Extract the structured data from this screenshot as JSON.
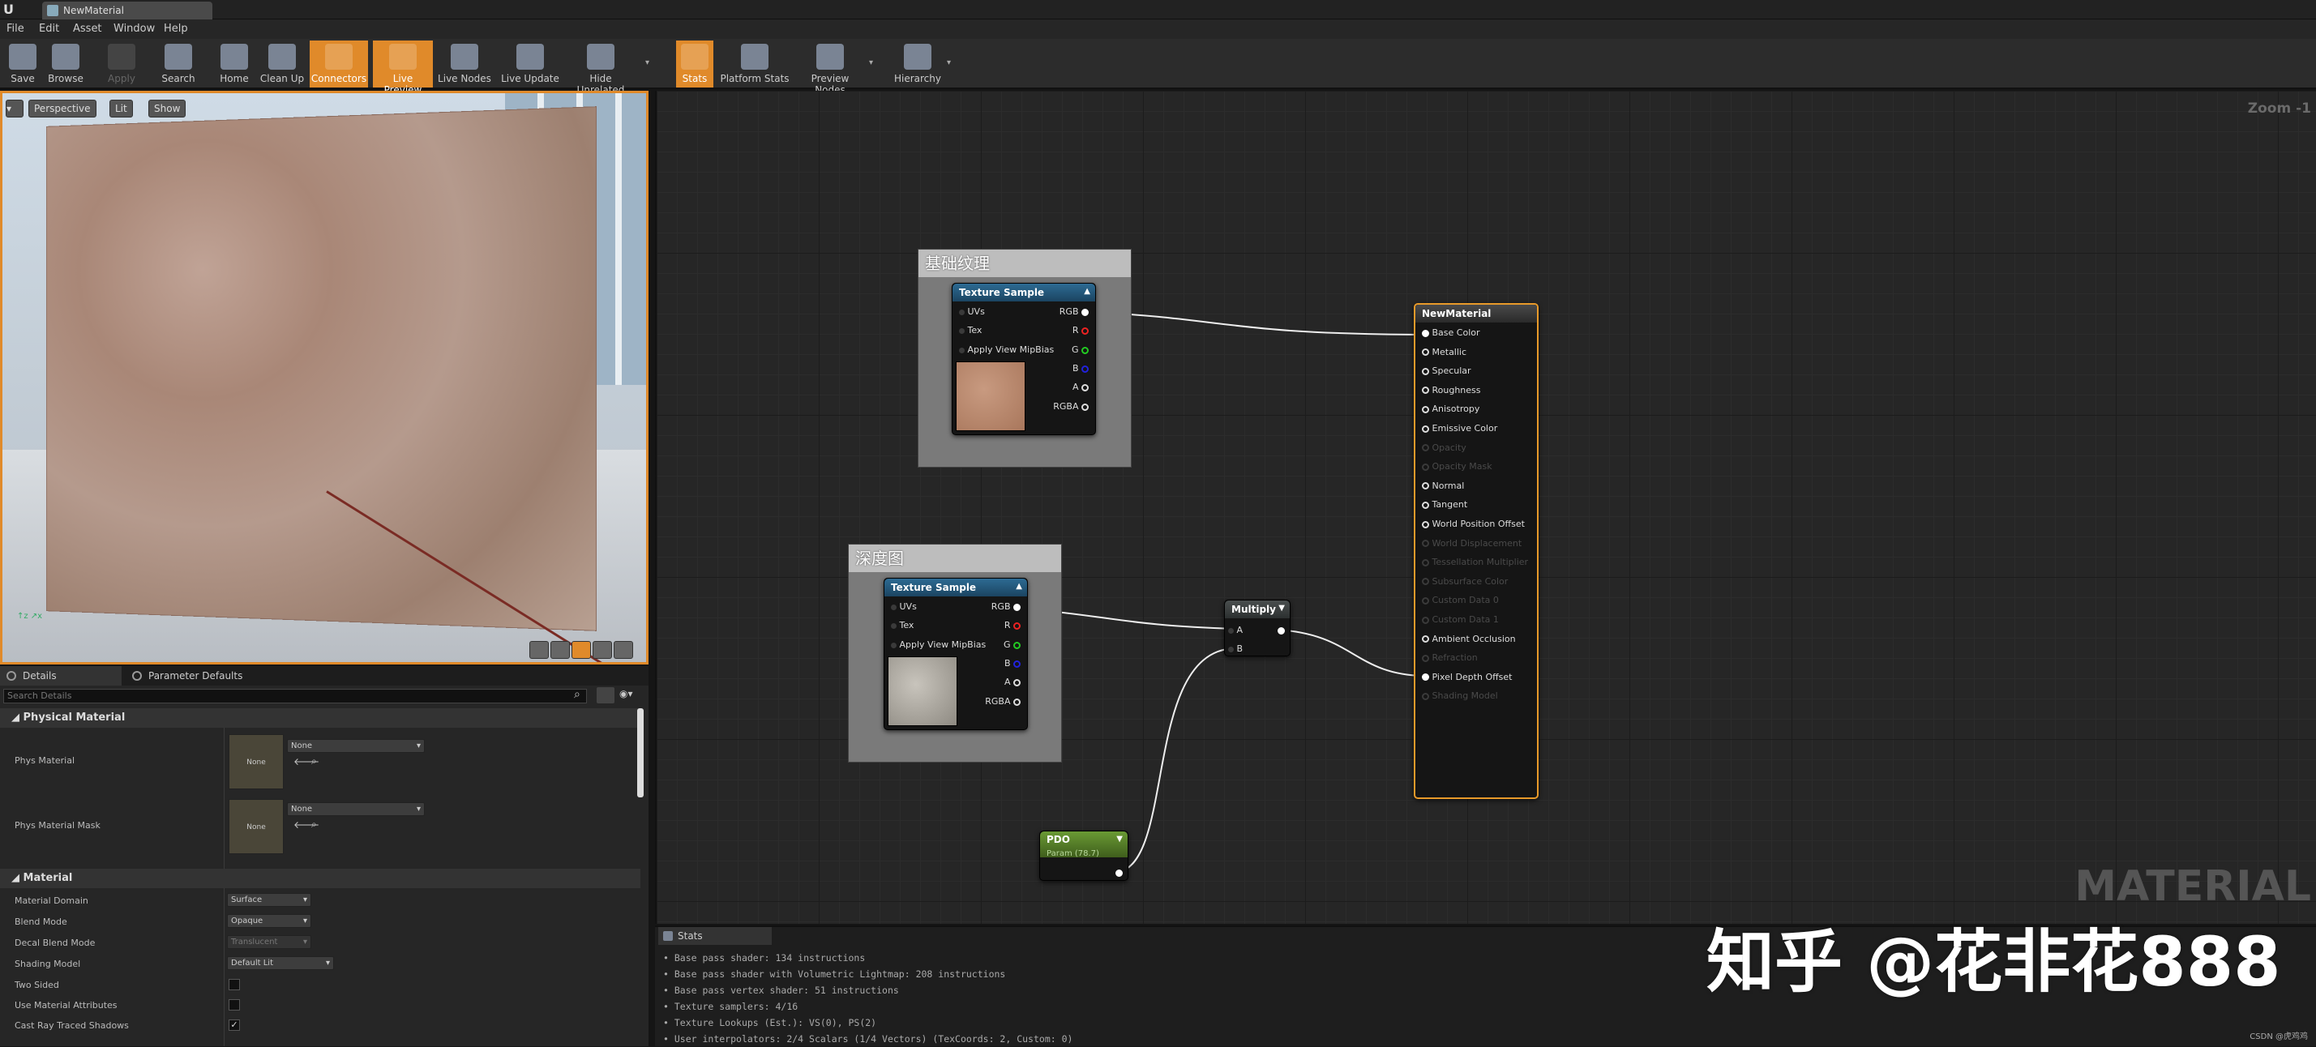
{
  "window": {
    "doc_tab": "NewMaterial"
  },
  "menu": [
    "File",
    "Edit",
    "Asset",
    "Window",
    "Help"
  ],
  "toolbar": [
    {
      "label": "Save",
      "icon": "save-icon",
      "state": "normal"
    },
    {
      "label": "Browse",
      "icon": "browse-icon",
      "state": "normal"
    },
    {
      "label": "Apply",
      "icon": "apply-icon",
      "state": "disabled"
    },
    {
      "label": "Search",
      "icon": "search-icon",
      "state": "normal"
    },
    {
      "label": "Home",
      "icon": "home-icon",
      "state": "normal"
    },
    {
      "label": "Clean Up",
      "icon": "cleanup-icon",
      "state": "normal"
    },
    {
      "label": "Connectors",
      "icon": "connectors-icon",
      "state": "active"
    },
    {
      "label": "Live Preview",
      "icon": "live-preview-icon",
      "state": "active"
    },
    {
      "label": "Live Nodes",
      "icon": "live-nodes-icon",
      "state": "normal"
    },
    {
      "label": "Live Update",
      "icon": "live-update-icon",
      "state": "normal"
    },
    {
      "label": "Hide Unrelated",
      "icon": "hide-unrelated-icon",
      "state": "normal"
    },
    {
      "label": "Stats",
      "icon": "stats-icon",
      "state": "active"
    },
    {
      "label": "Platform Stats",
      "icon": "platform-stats-icon",
      "state": "normal"
    },
    {
      "label": "Preview Nodes",
      "icon": "preview-nodes-icon",
      "state": "normal"
    },
    {
      "label": "Hierarchy",
      "icon": "hierarchy-icon",
      "state": "normal"
    }
  ],
  "viewport": {
    "perspective": "Perspective",
    "lit": "Lit",
    "show": "Show"
  },
  "details": {
    "tabs": [
      "Details",
      "Parameter Defaults"
    ],
    "search_placeholder": "Search Details",
    "sections": {
      "physical": {
        "title": "Physical Material",
        "phys_material": {
          "label": "Phys Material",
          "thumb": "None",
          "value": "None"
        },
        "phys_material_mask": {
          "label": "Phys Material Mask",
          "thumb": "None",
          "value": "None"
        }
      },
      "material": {
        "title": "Material",
        "material_domain": {
          "label": "Material Domain",
          "value": "Surface"
        },
        "blend_mode": {
          "label": "Blend Mode",
          "value": "Opaque"
        },
        "decal_blend_mode": {
          "label": "Decal Blend Mode",
          "value": "Translucent"
        },
        "shading_model": {
          "label": "Shading Model",
          "value": "Default Lit"
        },
        "two_sided": {
          "label": "Two Sided",
          "checked": false
        },
        "use_material_attributes": {
          "label": "Use Material Attributes",
          "checked": false
        },
        "cast_ray_traced_shadows": {
          "label": "Cast Ray Traced Shadows",
          "checked": true
        }
      }
    }
  },
  "graph": {
    "zoom": "Zoom -1",
    "watermark": "MATERIAL",
    "comment1": "基础纹理",
    "comment2": "深度图",
    "tex1": {
      "title": "Texture Sample",
      "inputs": [
        "UVs",
        "Tex",
        "Apply View MipBias"
      ],
      "outputs": [
        "RGB",
        "R",
        "G",
        "B",
        "A",
        "RGBA"
      ]
    },
    "tex2": {
      "title": "Texture Sample",
      "inputs": [
        "UVs",
        "Tex",
        "Apply View MipBias"
      ],
      "outputs": [
        "RGB",
        "R",
        "G",
        "B",
        "A",
        "RGBA"
      ]
    },
    "multiply": {
      "title": "Multiply",
      "inputs": [
        "A",
        "B"
      ]
    },
    "pdo": {
      "title": "PDO",
      "subtitle": "Param (78.7)"
    },
    "result": {
      "title": "NewMaterial",
      "pins": [
        {
          "label": "Base Color",
          "active": true
        },
        {
          "label": "Metallic",
          "active": true
        },
        {
          "label": "Specular",
          "active": true
        },
        {
          "label": "Roughness",
          "active": true
        },
        {
          "label": "Anisotropy",
          "active": true
        },
        {
          "label": "Emissive Color",
          "active": true
        },
        {
          "label": "Opacity",
          "active": false
        },
        {
          "label": "Opacity Mask",
          "active": false
        },
        {
          "label": "Normal",
          "active": true
        },
        {
          "label": "Tangent",
          "active": true
        },
        {
          "label": "World Position Offset",
          "active": true
        },
        {
          "label": "World Displacement",
          "active": false
        },
        {
          "label": "Tessellation Multiplier",
          "active": false
        },
        {
          "label": "Subsurface Color",
          "active": false
        },
        {
          "label": "Custom Data 0",
          "active": false
        },
        {
          "label": "Custom Data 1",
          "active": false
        },
        {
          "label": "Ambient Occlusion",
          "active": true
        },
        {
          "label": "Refraction",
          "active": false
        },
        {
          "label": "Pixel Depth Offset",
          "active": true
        },
        {
          "label": "Shading Model",
          "active": false
        }
      ]
    }
  },
  "stats": {
    "tab": "Stats",
    "lines": [
      "Base pass shader: 134 instructions",
      "Base pass shader with Volumetric Lightmap: 208 instructions",
      "Base pass vertex shader: 51 instructions",
      "Texture samplers: 4/16",
      "Texture Lookups (Est.): VS(0), PS(2)",
      "User interpolators: 2/4 Scalars (1/4 Vectors) (TexCoords: 2, Custom: 0)"
    ]
  },
  "watermark": "知乎 @花非花888",
  "corner_credit": "CSDN @虎鸡鸡",
  "colors": {
    "accent": "#e08a2a",
    "texture_header": "#2d6b93",
    "pdo_header": "#6a9a34"
  }
}
